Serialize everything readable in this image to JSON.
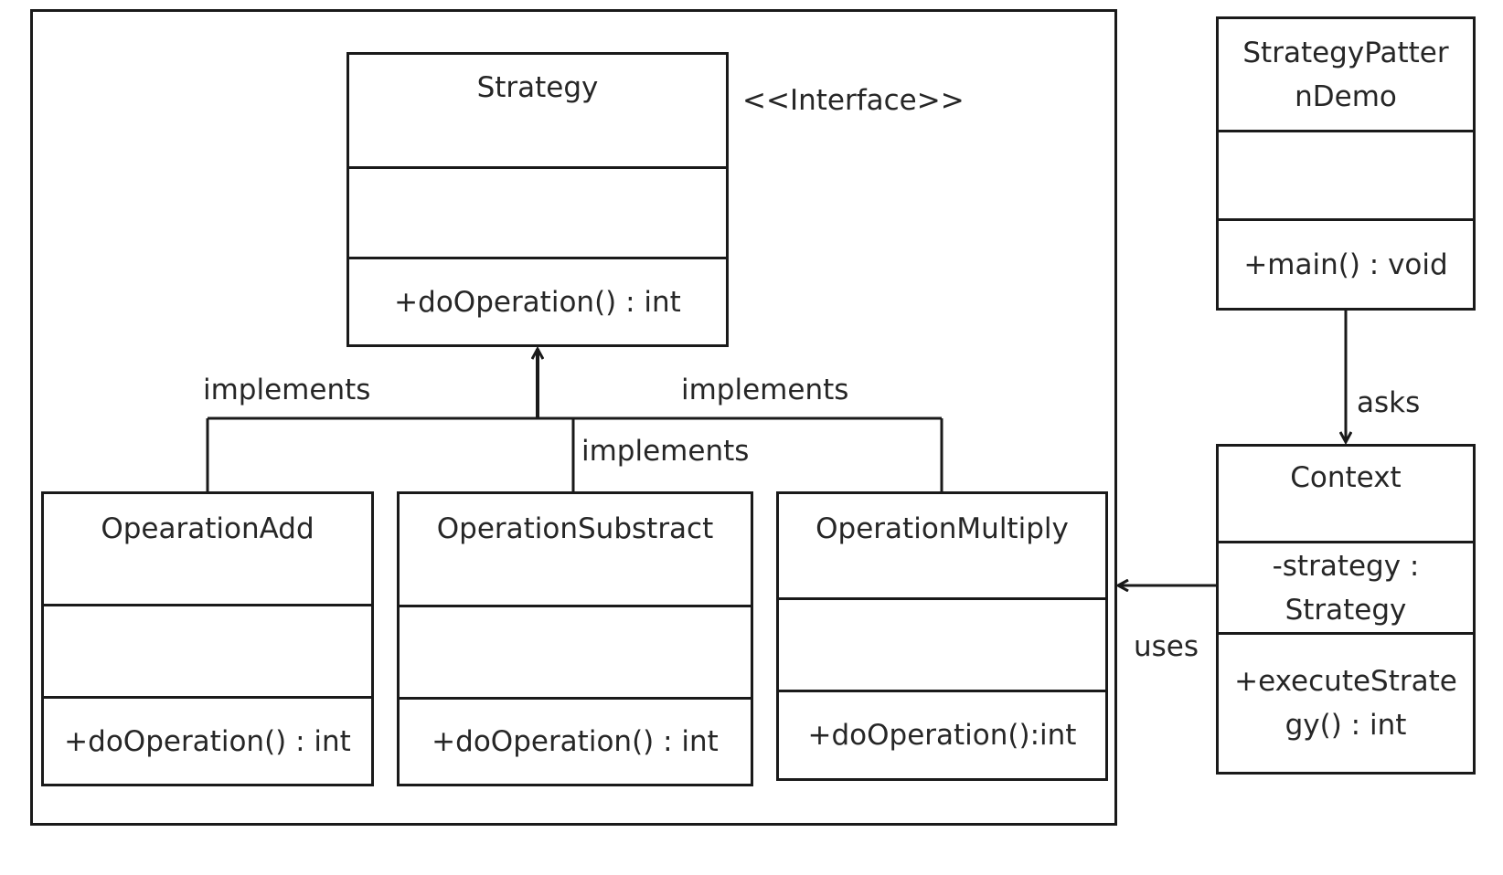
{
  "interface_stereotype": "<<Interface>>",
  "classes": {
    "strategy": {
      "name": "Strategy",
      "attributes": "",
      "methods": "+doOperation()  : int"
    },
    "add": {
      "name": "OpearationAdd",
      "attributes": "",
      "methods": "+doOperation()  : int"
    },
    "subtract": {
      "name": "OperationSubstract",
      "attributes": "",
      "methods": "+doOperation()  : int"
    },
    "multiply": {
      "name": "OperationMultiply",
      "attributes": "",
      "methods": "+doOperation():int"
    },
    "demo": {
      "name": "StrategyPatter\nnDemo",
      "attributes": "",
      "methods": "+main() : void"
    },
    "context": {
      "name": "Context",
      "attributes": "-strategy :\nStrategy",
      "methods": "+executeStrate\ngy() : int"
    }
  },
  "relations": {
    "implements_left": "implements",
    "implements_middle": "implements",
    "implements_right": "implements",
    "asks": "asks",
    "uses": "uses"
  }
}
